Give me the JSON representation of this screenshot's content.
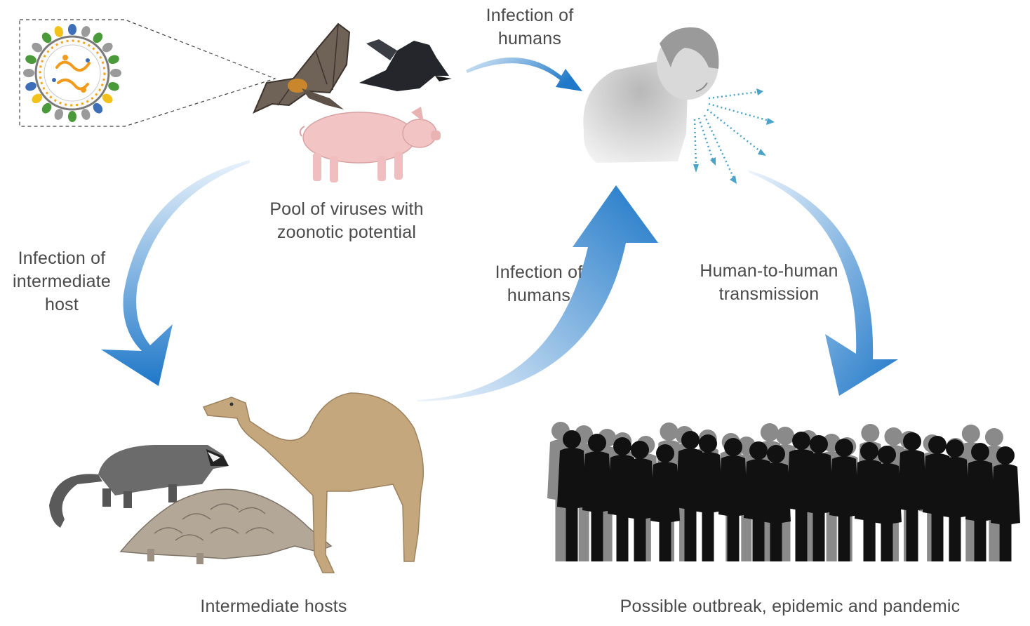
{
  "labels": {
    "pool": [
      "Pool of viruses with",
      "zoonotic potential"
    ],
    "infection_humans_top": [
      "Infection of",
      "humans"
    ],
    "infection_intermediate": [
      "Infection of",
      "intermediate",
      "host"
    ],
    "infection_humans_mid": [
      "Infection of",
      "humans"
    ],
    "human_to_human": [
      "Human-to-human",
      "transmission"
    ],
    "intermediate_hosts": "Intermediate hosts",
    "outbreak": "Possible outbreak, epidemic and pandemic"
  },
  "icons": {
    "virus": "coronavirus-particle-icon",
    "bat": "bat-icon",
    "bird": "crow-icon",
    "pig": "pig-icon",
    "human": "coughing-person-icon",
    "civet": "civet-icon",
    "pangolin": "pangolin-icon",
    "camel": "camel-icon",
    "crowd": "crowd-silhouette-icon"
  },
  "colors": {
    "arrow_dark": "#1f78c8",
    "arrow_light": "#e8f2fb",
    "text": "#4a4a4a",
    "droplets": "#4aa3c9",
    "crowd_front": "#111111",
    "crowd_back": "#8a8a8a"
  }
}
